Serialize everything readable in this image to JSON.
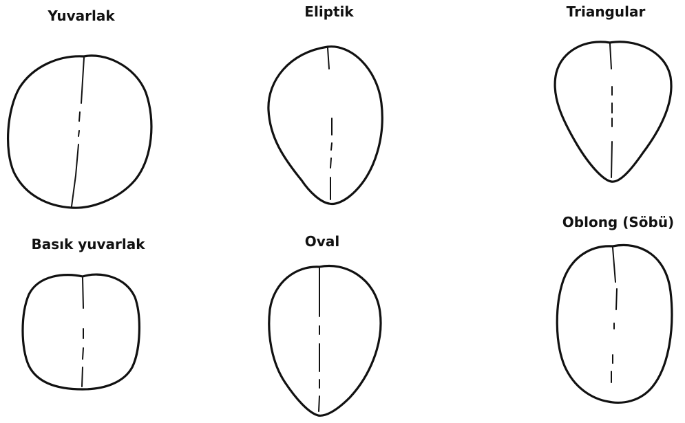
{
  "shapes": [
    {
      "id": "yuvarlak",
      "label": "Yuvarlak"
    },
    {
      "id": "eliptik",
      "label": "Eliptik"
    },
    {
      "id": "triangular",
      "label": "Triangular"
    },
    {
      "id": "basik-yuvarlak",
      "label": "Basık yuvarlak"
    },
    {
      "id": "oval",
      "label": "Oval"
    },
    {
      "id": "oblong",
      "label": "Oblong (Söbü)"
    }
  ]
}
